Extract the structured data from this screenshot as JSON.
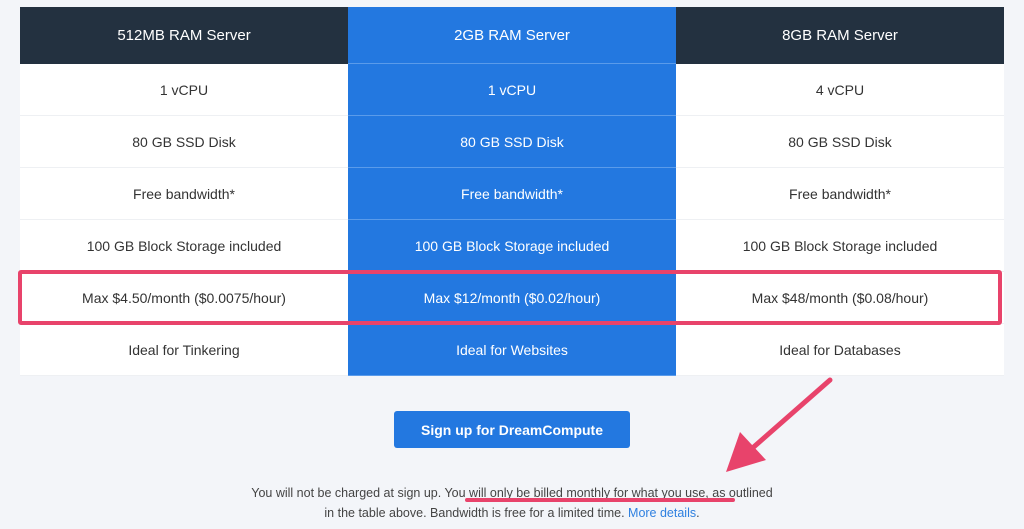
{
  "plans": [
    {
      "name": "512MB RAM Server",
      "rows": [
        "1 vCPU",
        "80 GB SSD Disk",
        "Free bandwidth*",
        "100 GB Block Storage included",
        "Max $4.50/month ($0.0075/hour)",
        "Ideal for Tinkering"
      ]
    },
    {
      "name": "2GB RAM Server",
      "rows": [
        "1 vCPU",
        "80 GB SSD Disk",
        "Free bandwidth*",
        "100 GB Block Storage included",
        "Max $12/month ($0.02/hour)",
        "Ideal for Websites"
      ]
    },
    {
      "name": "8GB RAM Server",
      "rows": [
        "4 vCPU",
        "80 GB SSD Disk",
        "Free bandwidth*",
        "100 GB Block Storage included",
        "Max $48/month ($0.08/hour)",
        "Ideal for Databases"
      ]
    }
  ],
  "signup_label": "Sign up for DreamCompute",
  "note": {
    "part1": "You will not be charged at sign up. ",
    "underlined": "You will only be billed monthly for what you use",
    "part2": ", as outlined in the table above. Bandwidth is free for a limited time. ",
    "link": "More details",
    "end": "."
  },
  "colors": {
    "header": "#233140",
    "accent": "#2378e0",
    "annotation": "#e8436b"
  }
}
